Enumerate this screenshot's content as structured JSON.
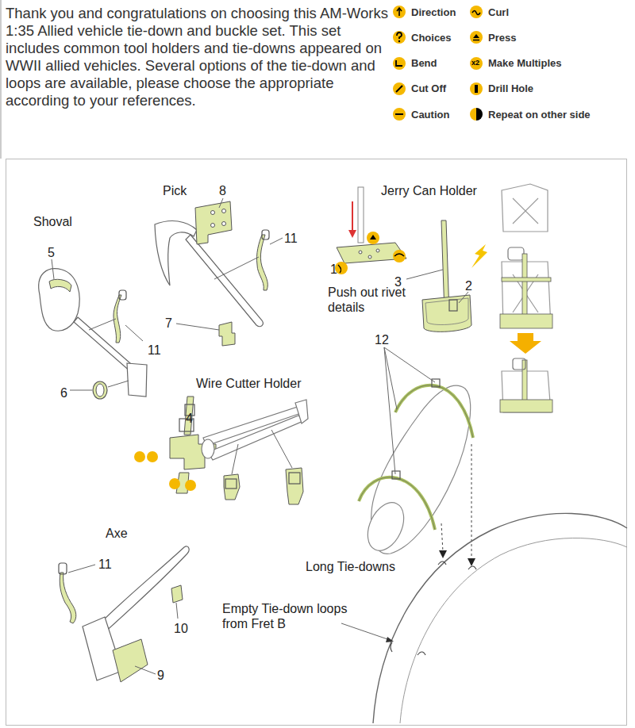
{
  "diagram": {
    "labels": [
      "Thank you and congratulations on choosing this AM-Works 1:35 Allied vehicle tie-down and buckle set. This set includes common tool holders and tie-downs appeared on WWII allied vehicles. Several options of the tie-down and loops are available, please choose the appropriate according to your references.",
      "Shoval",
      "5",
      "Pick",
      "8",
      "11",
      "7",
      "11",
      "6",
      "Jerry Can Holder",
      "1",
      "3",
      "2",
      "Push out rivet details",
      "12",
      "Wire Cutter Holder",
      "4",
      "Axe",
      "11",
      "10",
      "9",
      "Long Tie-downs",
      "Empty Tie-down loops from Fret B",
      "x2"
    ],
    "legend": [
      {
        "text": "Direction"
      },
      {
        "text": "Curl"
      },
      {
        "text": "Choices"
      },
      {
        "text": "Press"
      },
      {
        "text": "Bend"
      },
      {
        "text": "Make Multiples"
      },
      {
        "text": "Cut Off"
      },
      {
        "text": "Drill Hole"
      },
      {
        "text": "Caution"
      },
      {
        "text": "Repeat on other side"
      }
    ]
  }
}
